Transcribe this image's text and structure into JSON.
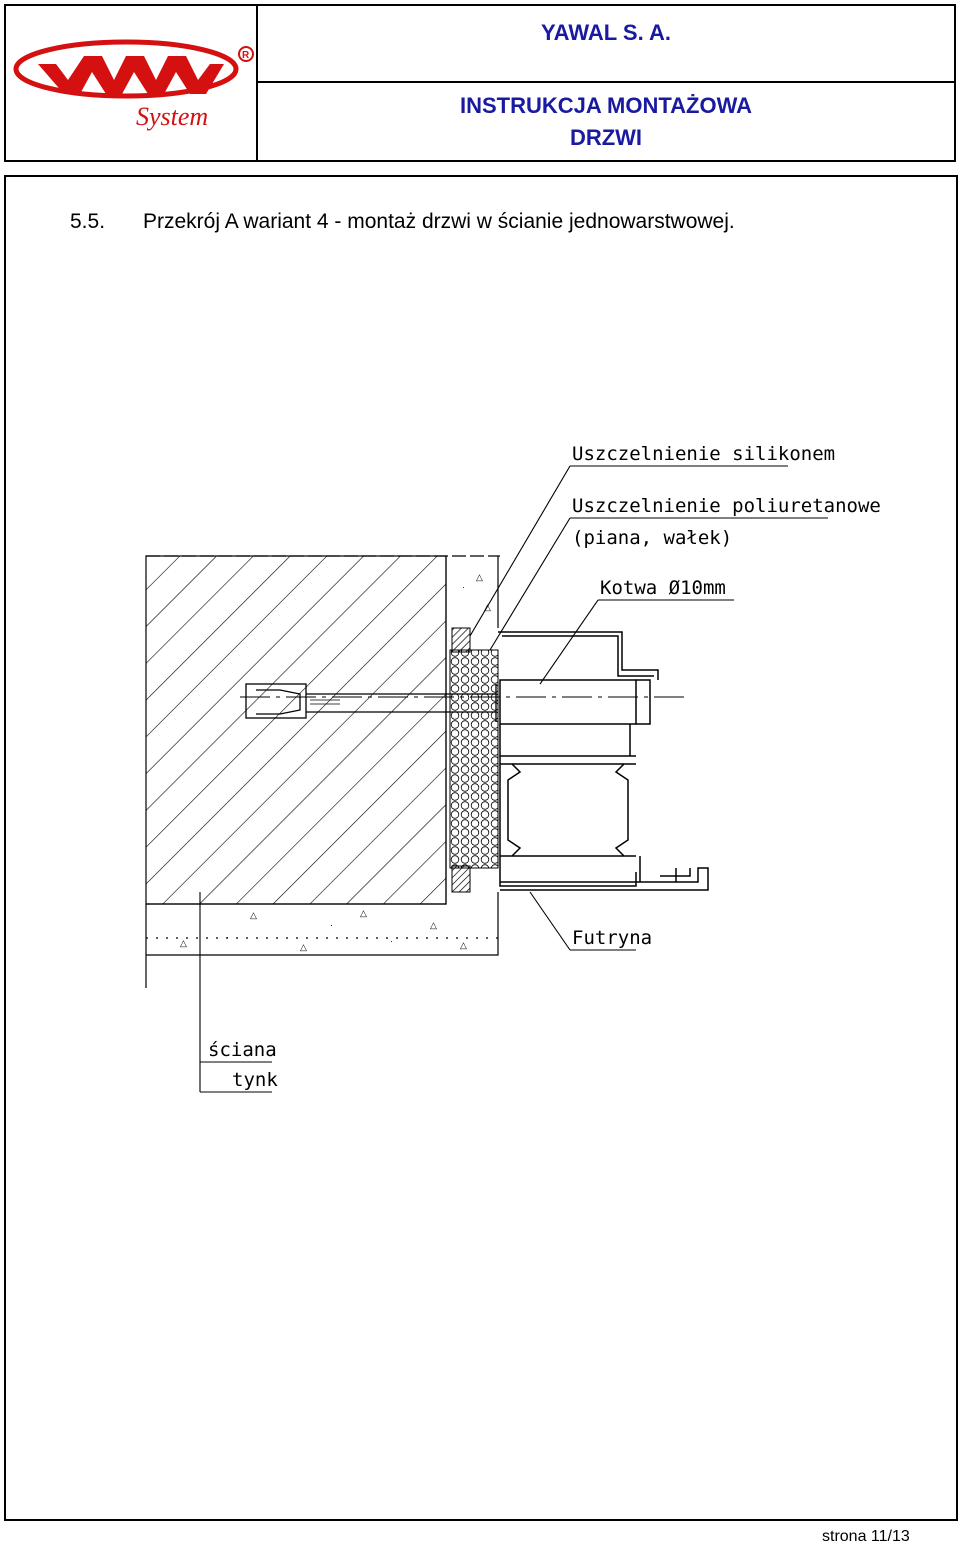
{
  "header": {
    "logo_text": "System",
    "company": "YAWAL S. A.",
    "doc_title": "INSTRUKCJA MONTAŻOWA",
    "doc_subtitle": "DRZWI"
  },
  "section": {
    "number": "5.5.",
    "title": "Przekrój A wariant 4 - montaż drzwi w ścianie jednowarstwowej."
  },
  "drawing": {
    "labels": {
      "silicone": "Uszczelnienie silikonem",
      "pu_seal": "Uszczelnienie poliuretanowe",
      "pu_seal_note": "(piana, wałek)",
      "anchor": "Kotwa Ø10mm",
      "frame": "Futryna",
      "wall": "ściana",
      "plaster": "tynk"
    }
  },
  "footer": {
    "page": "strona 11/13"
  }
}
